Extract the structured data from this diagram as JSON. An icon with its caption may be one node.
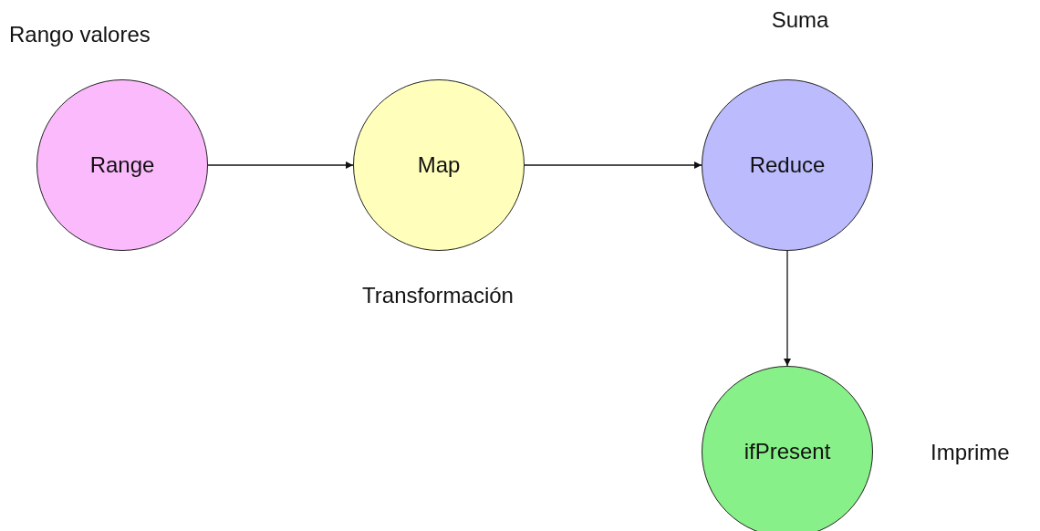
{
  "diagram": {
    "nodes": [
      {
        "text": [
          "Range"
        ],
        "beside": [
          "Rango valores"
        ]
      },
      {
        "text": [
          "Map"
        ],
        "beside": [
          "Transformación"
        ]
      },
      {
        "text": [
          "Reduce"
        ],
        "beside": [
          "Suma"
        ]
      },
      {
        "text": [
          "ifPresent"
        ],
        "beside": [
          "Imprime"
        ]
      }
    ],
    "edges": [
      {
        "from": 0,
        "to": 1,
        "arrow": "to"
      },
      {
        "from": 1,
        "to": 2,
        "arrow": "to"
      },
      {
        "from": 2,
        "to": 3,
        "arrow": "to"
      }
    ]
  }
}
